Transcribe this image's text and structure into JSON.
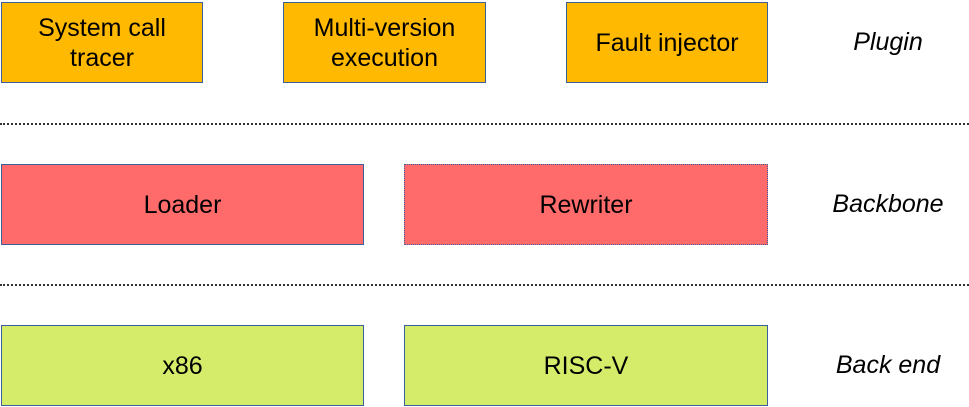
{
  "layers": {
    "plugin": {
      "label": "Plugin",
      "boxes": [
        {
          "label": "System call\ntracer",
          "color": "#ffb900"
        },
        {
          "label": "Multi-version\nexecution",
          "color": "#ffb900"
        },
        {
          "label": "Fault injector",
          "color": "#ffb900"
        }
      ]
    },
    "backbone": {
      "label": "Backbone",
      "boxes": [
        {
          "label": "Loader",
          "color": "#ff6b6b"
        },
        {
          "label": "Rewriter",
          "color": "#ff6b6b"
        }
      ]
    },
    "backend": {
      "label": "Back end",
      "boxes": [
        {
          "label": "x86",
          "color": "#d4ec6a"
        },
        {
          "label": "RISC-V",
          "color": "#d4ec6a"
        }
      ]
    }
  },
  "colors": {
    "border": "#3a5f9a",
    "separator": "#333333"
  }
}
